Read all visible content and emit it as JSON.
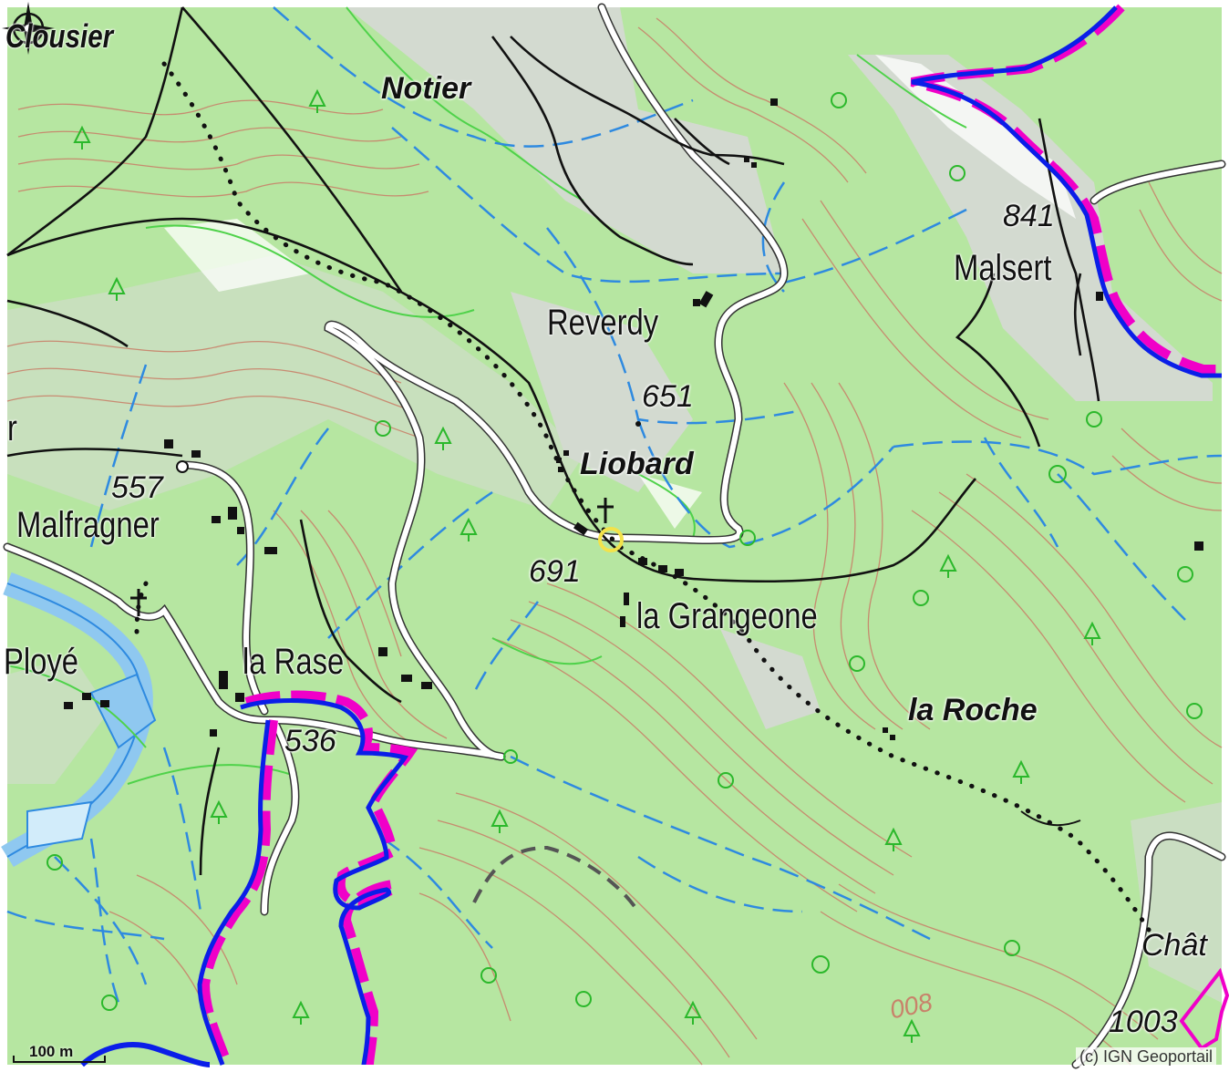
{
  "map": {
    "labels": {
      "clousier": "Clousier",
      "notier": "Notier",
      "reverdy": "Reverdy",
      "liobard": "Liobard",
      "malsert": "Malsert",
      "malfragner": "Malfragner",
      "la_grangeone": "la Grangeone",
      "ploye": "Ployé",
      "la_rase": "la Rase",
      "la_roche": "la Roche",
      "chat": "Chât",
      "edge_r": "r"
    },
    "altitudes": {
      "a841": "841",
      "a651": "651",
      "a557": "557",
      "a691": "691",
      "a536": "536",
      "a1003": "1003",
      "a008": "008"
    },
    "scale_label": "100 m",
    "attribution": "(c) IGN Geoportail",
    "colors": {
      "forest": "#b6e6a1",
      "forest_edge": "#4fd24a",
      "contour": "#c8826a",
      "stream": "#2e8ae0",
      "trail_blue": "#0a1ee8",
      "trail_magenta": "#f000c8",
      "road": "#ffffff",
      "road_edge": "#222222"
    }
  }
}
